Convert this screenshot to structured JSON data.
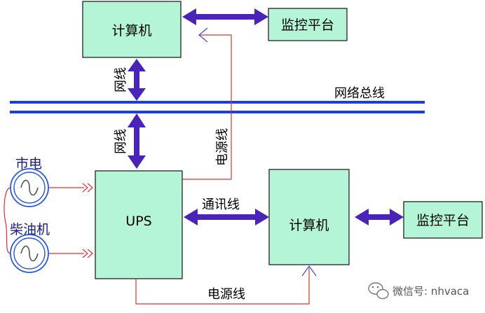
{
  "nodes": {
    "computer_top": "计算机",
    "monitor_top": "监控平台",
    "ups": "UPS",
    "computer_bottom": "计算机",
    "monitor_bottom": "监控平台"
  },
  "labels": {
    "network_bus": "网络总线",
    "net_line_upper": "网线",
    "net_line_lower": "网线",
    "power_line_vertical": "电源线",
    "comm_line": "通讯线",
    "power_line_bottom": "电源线",
    "city_power": "市电",
    "diesel_generator": "柴油机"
  },
  "watermark": "微信号: nhvaca",
  "colors": {
    "box_fill": "#b3f5d6",
    "arrow": "#4a23b8",
    "bus": "#1f3fd4",
    "power_wire": "#e03030",
    "source_circle": "#2a5ad8"
  }
}
